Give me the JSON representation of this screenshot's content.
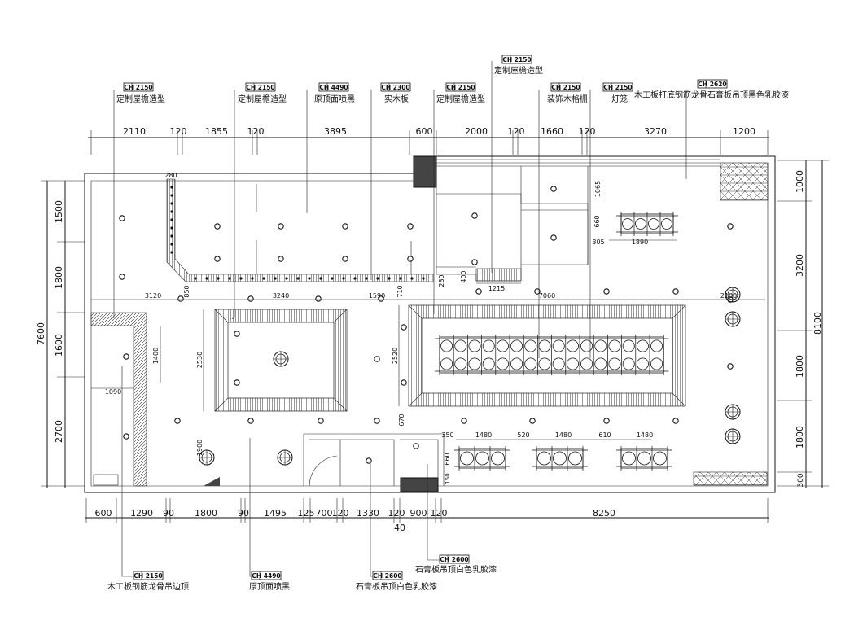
{
  "top_dims": [
    "2110",
    "120",
    "1855",
    "120",
    "3895",
    "600",
    "2000",
    "120",
    "1660",
    "120",
    "3270",
    "1200"
  ],
  "bottom_dims": [
    "600",
    "1290",
    "90",
    "1800",
    "90",
    "1495",
    "125",
    "700",
    "120",
    "1330",
    "120",
    "900",
    "120",
    "8250"
  ],
  "bottom_extra": "40",
  "left_total": "7600",
  "left_dims": [
    "1500",
    "1800",
    "1600",
    "2700"
  ],
  "right_total": "8100",
  "right_dims": [
    "1000",
    "3200",
    "1800",
    "1800",
    "300"
  ],
  "inner_dims": {
    "d280_top": "280",
    "d3120": "3120",
    "d850": "850",
    "d3240": "3240",
    "d1590": "1590",
    "d710": "710",
    "d7060": "7060",
    "d2100": "2100",
    "d1400": "1400",
    "d1090": "1090",
    "d2530": "2530",
    "d2520": "2520",
    "d1900": "1900",
    "d670": "670",
    "d400": "400",
    "d280b": "280",
    "d1215": "1215",
    "d1065": "1065",
    "d660a": "660",
    "d305": "305",
    "d1890": "1890",
    "d350": "350",
    "d1480a": "1480",
    "d520": "520",
    "d1480b": "1480",
    "d610": "610",
    "d1480c": "1480",
    "d660b": "660",
    "d150": "150"
  },
  "callouts_top": [
    {
      "tag": "CH 2150",
      "text": "定制屋檐造型"
    },
    {
      "tag": "CH 2150",
      "text": "定制屋檐造型"
    },
    {
      "tag": "CH 4490",
      "text": "原顶面喷黑"
    },
    {
      "tag": "CH 2300",
      "text": "实木板"
    },
    {
      "tag": "CH 2150",
      "text": "定制屋檐造型"
    },
    {
      "tag": "CH 2150",
      "text": "定制屋檐造型"
    },
    {
      "tag": "CH 2150",
      "text": "装饰木格栅"
    },
    {
      "tag": "CH 2150",
      "text": "灯笼"
    },
    {
      "tag": "CH 2620",
      "text": "木工板打底钢筋龙骨石膏板吊顶黑色乳胶漆"
    }
  ],
  "callouts_bottom": [
    {
      "tag": "CH 2150",
      "text": "木工板钢筋龙骨吊边顶"
    },
    {
      "tag": "CH 4490",
      "text": "原顶面喷黑"
    },
    {
      "tag": "CH 2600",
      "text": "石膏板吊顶白色乳胶漆"
    },
    {
      "tag": "CH 2600",
      "text": "石膏板吊顶白色乳胶漆"
    }
  ]
}
